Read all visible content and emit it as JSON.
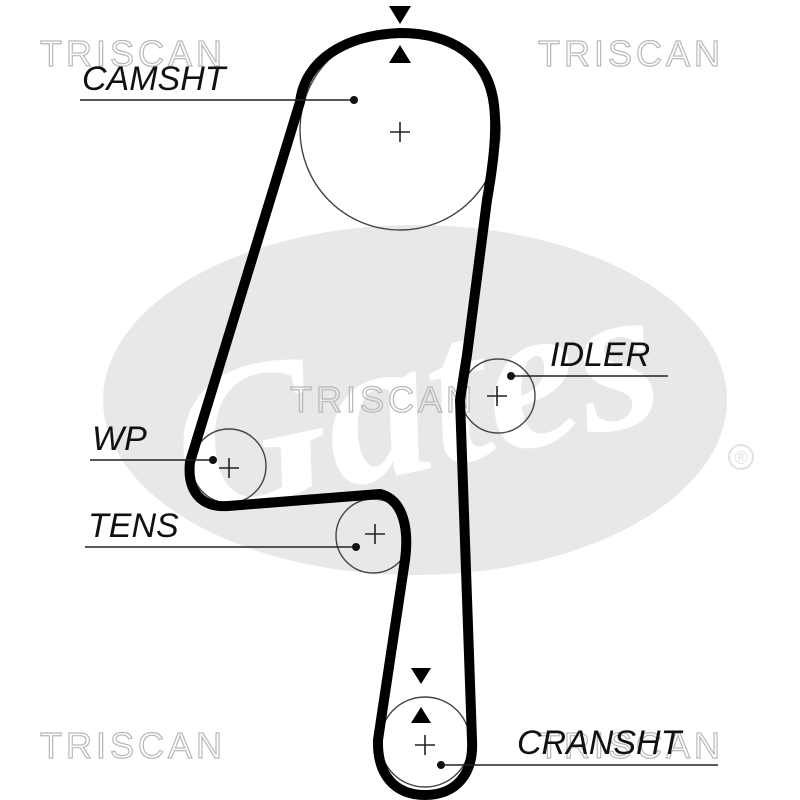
{
  "watermark": {
    "text": "TRISCAN",
    "logo_text": "Gates",
    "registered_mark": "®"
  },
  "labels": {
    "camshaft": "CAMSHT",
    "idler": "IDLER",
    "water_pump": "WP",
    "tensioner": "TENS",
    "crankshaft": "CRANSHT"
  },
  "colors": {
    "belt": "#000000",
    "watermark": "#b8b8b8",
    "logo": "#e8e8e8"
  }
}
